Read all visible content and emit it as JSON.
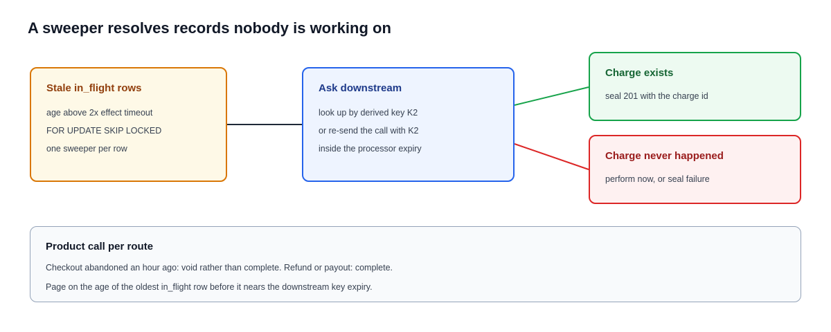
{
  "title": "A sweeper resolves records nobody is working on",
  "nodes": {
    "stale": {
      "title": "Stale in_flight rows",
      "lines": [
        "age above 2x effect timeout",
        "FOR UPDATE SKIP LOCKED",
        "one sweeper per row"
      ]
    },
    "ask": {
      "title": "Ask downstream",
      "lines": [
        "look up by derived key K2",
        "or re-send the call with K2",
        "inside the processor expiry"
      ]
    },
    "exists": {
      "title": "Charge exists",
      "lines": [
        "seal 201 with the charge id"
      ]
    },
    "never": {
      "title": "Charge never happened",
      "lines": [
        "perform now, or seal failure"
      ]
    },
    "note": {
      "title": "Product call per route",
      "lines": [
        "Checkout abandoned an hour ago: void rather than complete. Refund or payout: complete.",
        "Page on the age of the oldest in_flight row before it nears the downstream key expiry."
      ]
    }
  },
  "edges": [
    {
      "from": "stale",
      "to": "ask",
      "color": "#1f2937"
    },
    {
      "from": "ask",
      "to": "exists",
      "color": "#16a34a"
    },
    {
      "from": "ask",
      "to": "never",
      "color": "#dc2626"
    }
  ],
  "colors": {
    "stale_border": "#d97706",
    "ask_border": "#2563eb",
    "exists_border": "#16a34a",
    "never_border": "#dc2626",
    "note_border": "#94a3b8"
  }
}
